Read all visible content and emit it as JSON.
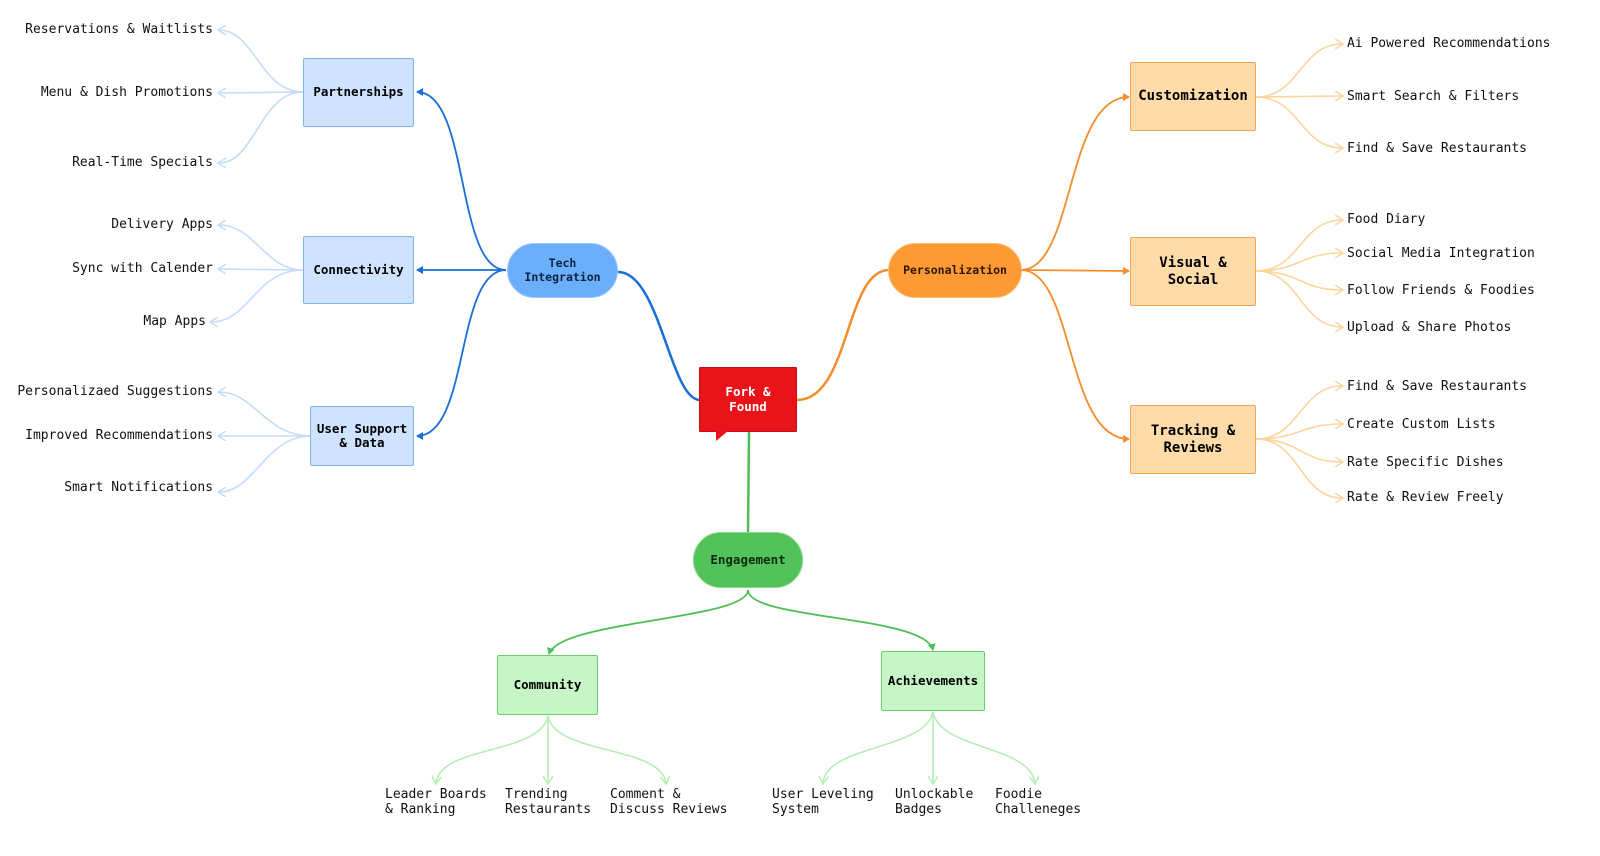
{
  "root": {
    "label": "Fork &\nFound",
    "color": "#e8141a"
  },
  "branches": {
    "tech": {
      "label": "Tech\nIntegration",
      "color": "#1a6fd6",
      "leaf_color": "#c5dcf7",
      "groups": [
        {
          "label": "Partnerships",
          "items": [
            "Reservations & Waitlists",
            "Menu & Dish Promotions",
            "Real-Time Specials"
          ]
        },
        {
          "label": "Connectivity",
          "items": [
            "Delivery Apps",
            "Sync with Calender",
            "Map Apps"
          ]
        },
        {
          "label": "User Support\n& Data",
          "items": [
            "Personalizaed Suggestions",
            "Improved Recommendations",
            "Smart Notifications"
          ]
        }
      ]
    },
    "personalization": {
      "label": "Personalization",
      "color": "#f48d2a",
      "leaf_color": "#fcd59b",
      "groups": [
        {
          "label": "Customization",
          "items": [
            "Ai Powered Recommendations",
            "Smart Search & Filters",
            "Find & Save Restaurants"
          ]
        },
        {
          "label": "Visual &\nSocial",
          "items": [
            "Food Diary",
            "Social Media Integration",
            "Follow Friends & Foodies",
            "Upload & Share Photos"
          ]
        },
        {
          "label": "Tracking &\nReviews",
          "items": [
            "Find & Save Restaurants",
            "Create Custom Lists",
            "Rate Specific Dishes",
            "Rate & Review Freely"
          ]
        }
      ]
    },
    "engagement": {
      "label": "Engagement",
      "color": "#4fbf55",
      "leaf_color": "#b6eeb6",
      "groups": [
        {
          "label": "Community",
          "items": [
            "Leader Boards\n& Ranking",
            "Trending\nRestaurants",
            "Comment &\nDiscuss Reviews"
          ]
        },
        {
          "label": "Achievements",
          "items": [
            "User Leveling\nSystem",
            "Unlockable\nBadges",
            "Foodie\nChalleneges"
          ]
        }
      ]
    }
  }
}
